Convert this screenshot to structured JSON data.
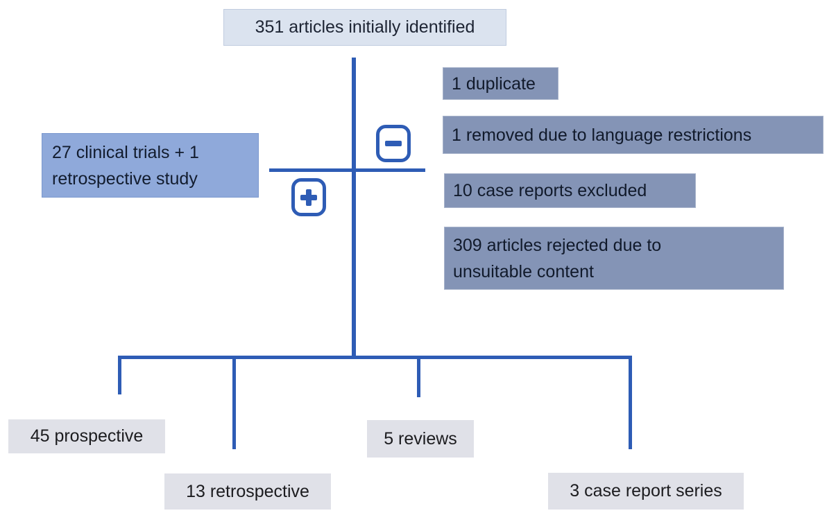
{
  "title": "Article selection flow diagram",
  "colors": {
    "line": "#2e5cb5",
    "top_box_bg": "#dbe3ef",
    "left_box_bg": "#8fa9da",
    "excluded_box_bg": "#8494b6",
    "result_box_bg": "#e0e1e8"
  },
  "icons": {
    "minus": "minus-icon",
    "plus": "plus-icon"
  },
  "flowchart": {
    "initial": {
      "label": "351 articles initially identified"
    },
    "included": {
      "line1": "27 clinical trials + 1",
      "line2": "retrospective study"
    },
    "excluded": [
      {
        "label": "1 duplicate"
      },
      {
        "label": "1 removed due to language restrictions"
      },
      {
        "label": "10 case reports excluded"
      },
      {
        "line1": "309 articles rejected due to",
        "line2": "unsuitable content"
      }
    ],
    "results": [
      {
        "label": "45 prospective"
      },
      {
        "label": "13 retrospective"
      },
      {
        "label": "5 reviews"
      },
      {
        "label": "3 case report series"
      }
    ]
  }
}
